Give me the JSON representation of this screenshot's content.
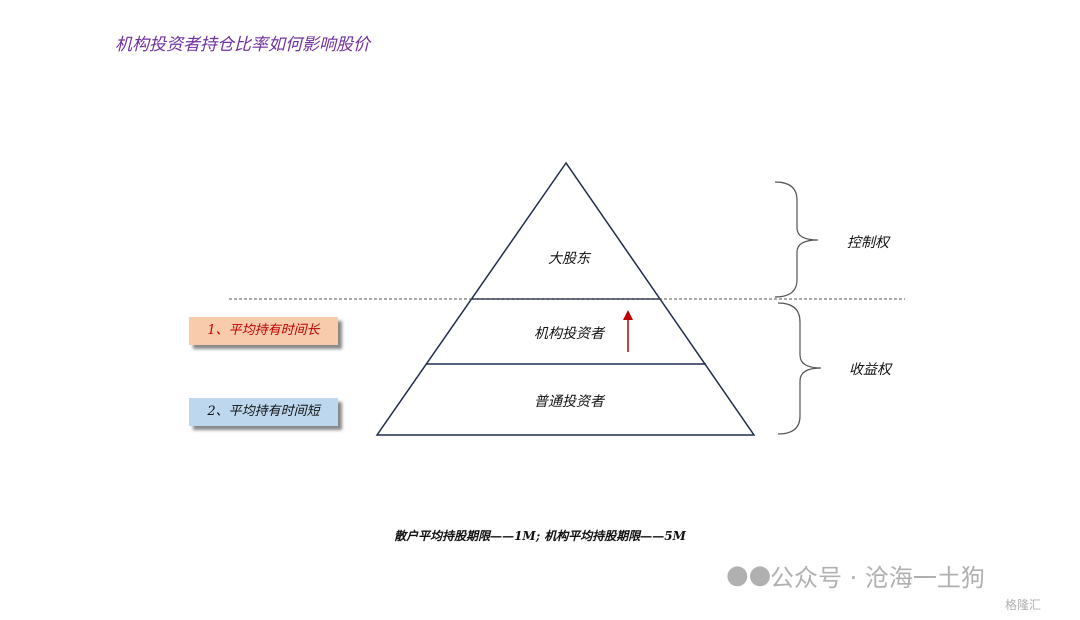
{
  "title": "机构投资者持仓比率如何影响股价",
  "pyramid": {
    "top": "大股东",
    "middle": "机构投资者",
    "bottom": "普通投资者"
  },
  "braces": {
    "upper": "控制权",
    "lower": "收益权"
  },
  "callouts": [
    {
      "label": "1、平均持有时间长",
      "color": "#c00000",
      "bg": "#f8cbad"
    },
    {
      "label": "2、平均持有时间短",
      "color": "#111111",
      "bg": "#bdd7ee"
    }
  ],
  "footnote": "散户平均持股期限——1M;   机构平均持股期限——5M",
  "watermark": {
    "text": "公众号 · 沧海一土狗",
    "brand": "格隆汇"
  }
}
